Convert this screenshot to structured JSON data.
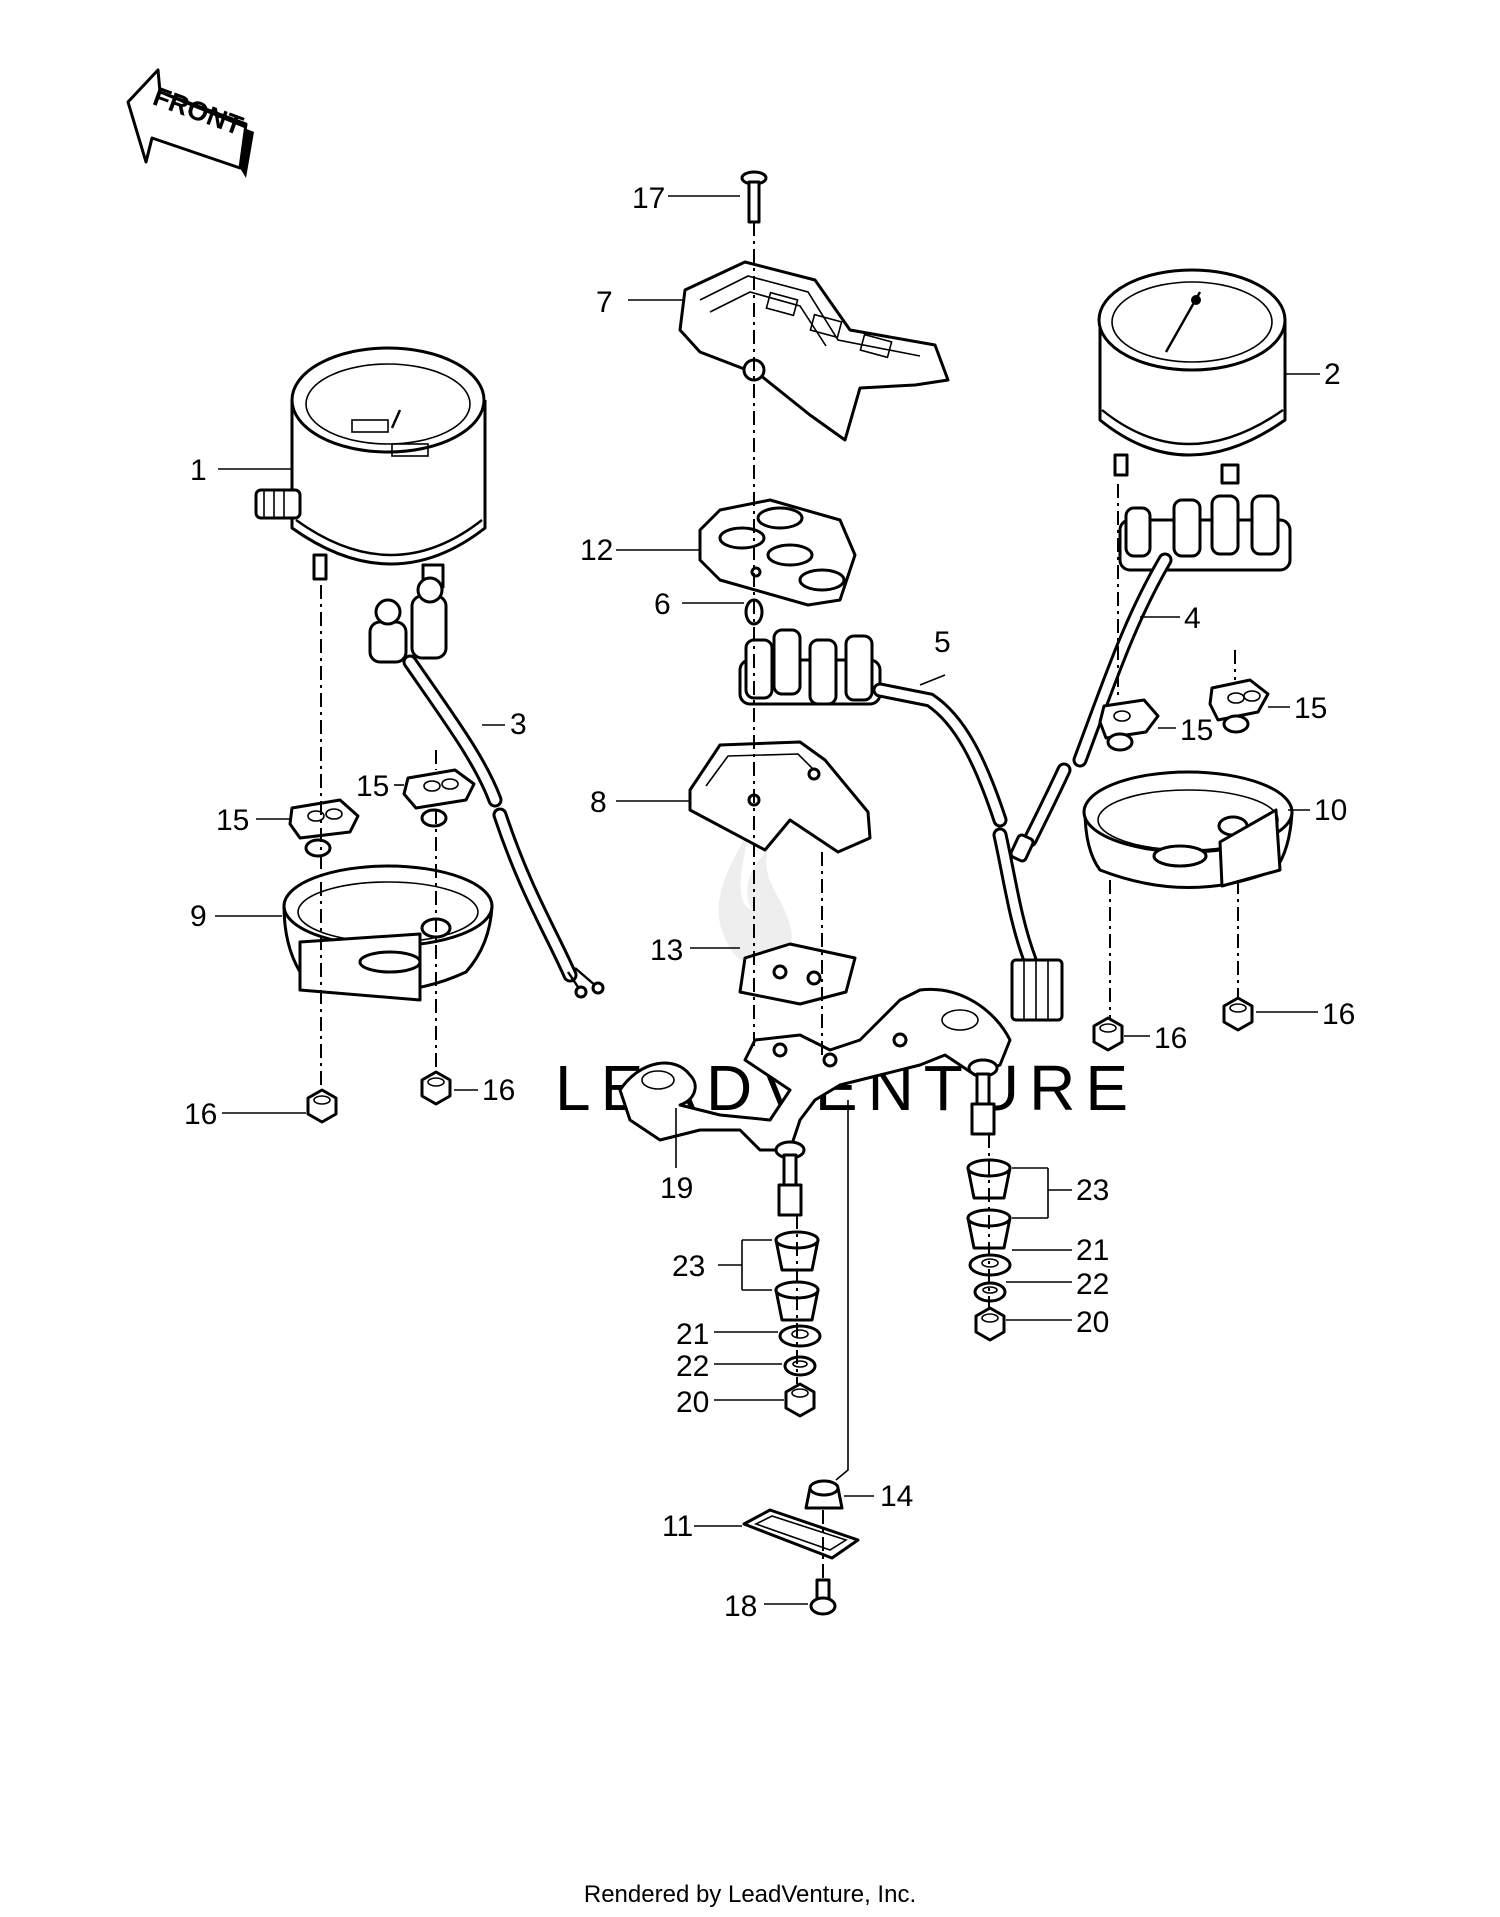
{
  "front_arrow": {
    "label": "FRONT"
  },
  "watermark": "LEADVENTURE",
  "footer": "Rendered by LeadVenture, Inc.",
  "callouts": {
    "c1": "1",
    "c2": "2",
    "c3": "3",
    "c4": "4",
    "c5": "5",
    "c6": "6",
    "c7": "7",
    "c8": "8",
    "c9": "9",
    "c10": "10",
    "c11": "11",
    "c12": "12",
    "c13": "13",
    "c14": "14",
    "c15a": "15",
    "c15b": "15",
    "c15c": "15",
    "c15d": "15",
    "c16a": "16",
    "c16b": "16",
    "c16c": "16",
    "c16d": "16",
    "c17": "17",
    "c18": "18",
    "c19": "19",
    "c20a": "20",
    "c20b": "20",
    "c21a": "21",
    "c21b": "21",
    "c22a": "22",
    "c22b": "22",
    "c23a": "23",
    "c23b": "23"
  }
}
